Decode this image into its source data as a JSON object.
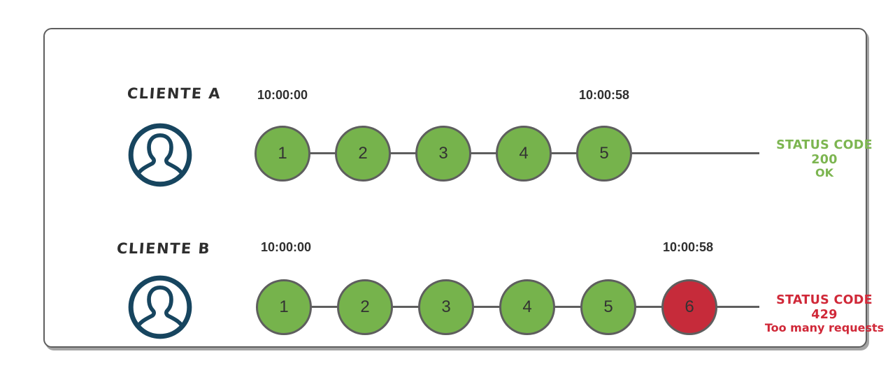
{
  "colors": {
    "card_border": "#5e5e5e",
    "timeline": "#5e5e5e",
    "circle_border": "#5e5e5e",
    "request_ok": "#76b34c",
    "request_blocked": "#c62b3a",
    "status_ok_text": "#7cb550",
    "status_error_text": "#d02838",
    "client_icon": "#17455f",
    "timestamp_text": "#2f2f2f",
    "label_text": "#2e2e2e"
  },
  "clients": [
    {
      "name": "CLIENTE A",
      "start_time": "10:00:00",
      "end_time": "10:00:58",
      "requests": [
        {
          "label": "1",
          "status": "ok"
        },
        {
          "label": "2",
          "status": "ok"
        },
        {
          "label": "3",
          "status": "ok"
        },
        {
          "label": "4",
          "status": "ok"
        },
        {
          "label": "5",
          "status": "ok"
        }
      ],
      "status": {
        "line1": "STATUS CODE 200",
        "line2": "OK"
      }
    },
    {
      "name": "CLIENTE B",
      "start_time": "10:00:00",
      "end_time": "10:00:58",
      "requests": [
        {
          "label": "1",
          "status": "ok"
        },
        {
          "label": "2",
          "status": "ok"
        },
        {
          "label": "3",
          "status": "ok"
        },
        {
          "label": "4",
          "status": "ok"
        },
        {
          "label": "5",
          "status": "ok"
        },
        {
          "label": "6",
          "status": "blocked"
        }
      ],
      "status": {
        "line1": "STATUS CODE 429",
        "line2": "Too many requests"
      }
    }
  ]
}
